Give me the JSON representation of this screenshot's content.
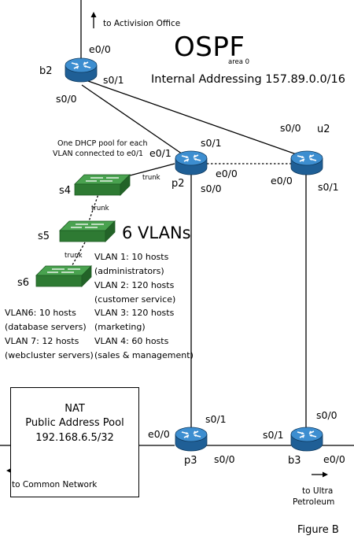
{
  "title": "OSPF",
  "area_label": "area 0",
  "internal_addressing": "Internal Addressing 157.89.0.0/16",
  "vlans_title": "6 VLANs",
  "figure_label": "Figure B",
  "dhcp_note": [
    "One DHCP pool for each",
    "VLAN connected to e0/1"
  ],
  "nat": {
    "line1": "NAT",
    "line2": "Public Address Pool",
    "line3": "192.168.6.5/32"
  },
  "destinations": {
    "activision": "to Activision Office",
    "common": "to Common Network",
    "ultra_1": "to Ultra",
    "ultra_2": "Petroleum"
  },
  "routers": {
    "b2": {
      "name": "b2",
      "e00": "e0/0",
      "s01": "s0/1",
      "s00": "s0/0"
    },
    "u2": {
      "name": "u2",
      "s00": "s0/0",
      "e00": "e0/0",
      "s01": "s0/1"
    },
    "p2": {
      "name": "p2",
      "s01": "s0/1",
      "e01": "e0/1",
      "e00": "e0/0",
      "s00": "s0/0"
    },
    "p3": {
      "name": "p3",
      "s01": "s0/1",
      "e00": "e0/0",
      "s00": "s0/0"
    },
    "b3": {
      "name": "b3",
      "s00": "s0/0",
      "s01": "s0/1",
      "e00": "e0/0"
    }
  },
  "switches": {
    "s4": "s4",
    "s5": "s5",
    "s6": "s6"
  },
  "trunk_label": "trunk",
  "vlans_right": [
    "VLAN 1: 10 hosts",
    "(administrators)",
    "VLAN 2: 120 hosts",
    "(customer service)",
    "VLAN 3: 120 hosts",
    "(marketing)",
    "VLAN 4: 60 hosts",
    "(sales & management)"
  ],
  "vlans_left": [
    "VLAN6: 10 hosts",
    "(database servers)",
    "VLAN 7: 12 hosts",
    "(webcluster servers)"
  ],
  "colors": {
    "router": "#2f7fc1",
    "switch": "#2f8f35",
    "line": "#000000"
  }
}
